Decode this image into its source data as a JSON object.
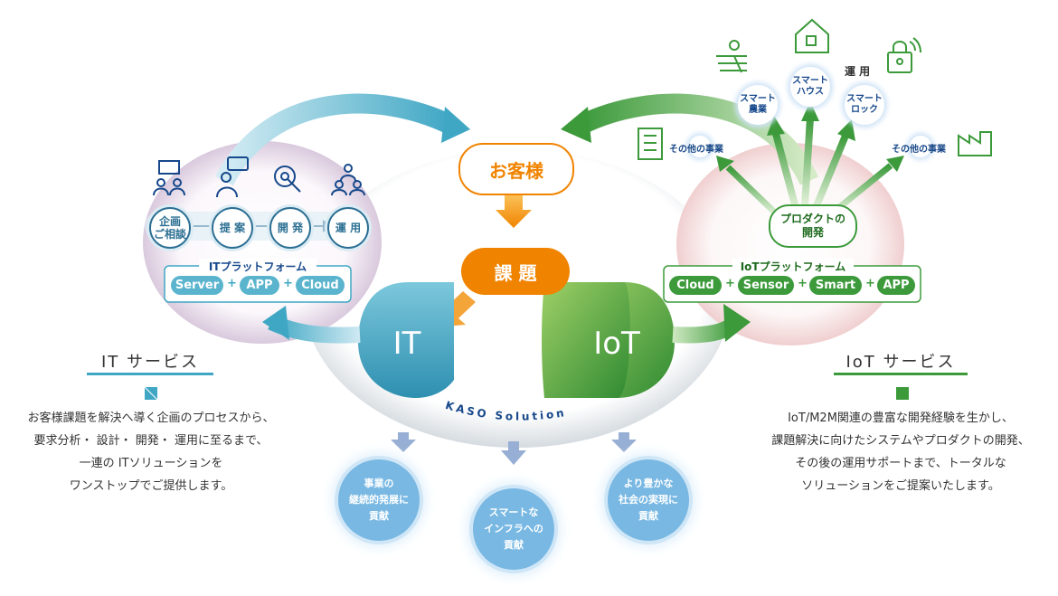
{
  "center": {
    "customer": "お客様",
    "issue": "課 題",
    "it": "IT",
    "iot": "IoT",
    "brand": "KASO Solution"
  },
  "it_side": {
    "steps": [
      "企画\nご相談",
      "提 案",
      "開 発",
      "運 用"
    ],
    "platform_title": "ITプラットフォーム",
    "platform_items": [
      "Server",
      "APP",
      "Cloud"
    ],
    "service_title": "IT サービス",
    "description": [
      "お客様課題を解決へ導く企画のプロセスから、",
      "要求分析・ 設計・ 開発・ 運用に至るまで、",
      "一連の ITソリューションを",
      "ワンストップでご提供します。"
    ]
  },
  "iot_side": {
    "product": "プロダクトの\n開発",
    "platform_title": "IoTプラットフォーム",
    "platform_items": [
      "Cloud",
      "Sensor",
      "Smart",
      "APP"
    ],
    "operation": "運 用",
    "bubbles": [
      "スマート\n農業",
      "スマート\nハウス",
      "スマート\nロック"
    ],
    "other_left": "その他の事業",
    "other_right": "その他の事業",
    "service_title": "IoT サービス",
    "description": [
      "IoT/M2M関連の豊富な開発経験を生かし、",
      "課題解決に向けたシステムやプロダクトの開発、",
      "その後の運用サポートまで、トータルな",
      "ソリューションをご提案いたします。"
    ]
  },
  "contributions": [
    "事業の\n継続的発展に\n貢献",
    "スマートな\nインフラへの\n貢献",
    "より豊かな\n社会の実現に\n貢献"
  ],
  "colors": {
    "it_blue": "#3fa7c4",
    "iot_green": "#3c9a3b",
    "orange": "#f08300",
    "navy": "#16488b"
  },
  "icons": [
    "meeting-icon",
    "presenter-icon",
    "gear-wrench-icon",
    "team-icon",
    "farm-icon",
    "house-icon",
    "lock-icon",
    "building-icon",
    "factory-icon"
  ]
}
